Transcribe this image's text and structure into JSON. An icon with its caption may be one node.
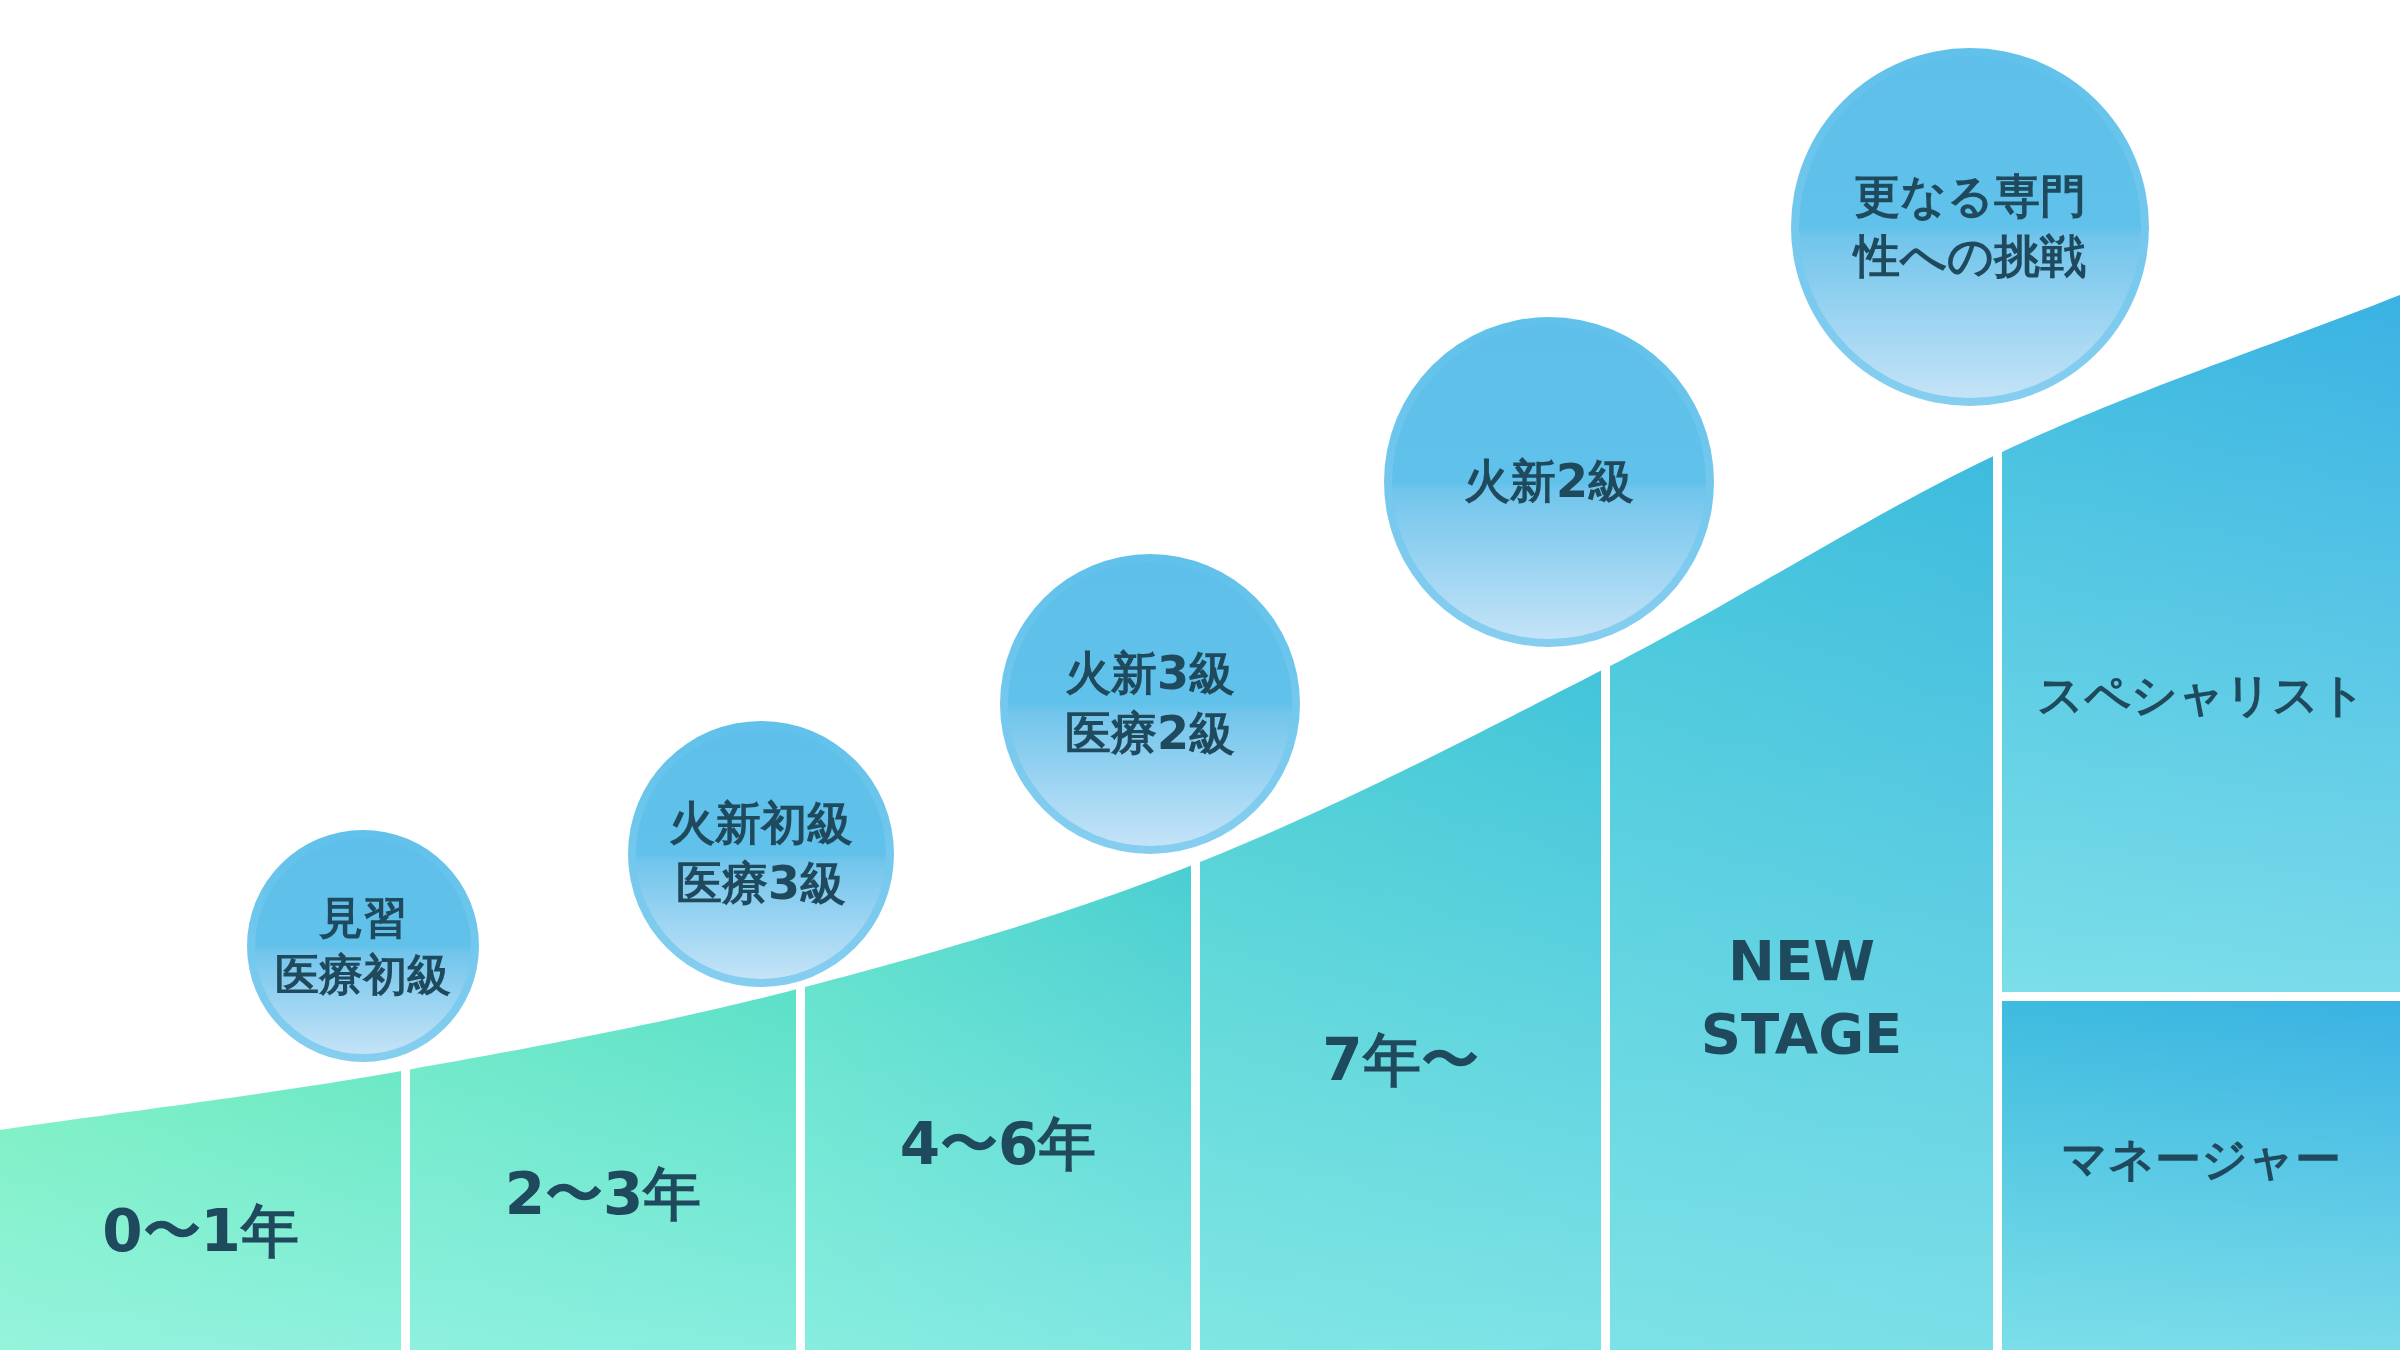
{
  "diagram": {
    "nodes": [
      {
        "text": [
          "見習",
          "医療初級"
        ]
      },
      {
        "text": [
          "0〜1年"
        ]
      },
      {
        "text": [
          "火新初級",
          "医療3級"
        ]
      },
      {
        "text": [
          "2〜3年"
        ]
      },
      {
        "text": [
          "火新3級",
          "医療2級"
        ]
      },
      {
        "text": [
          "4〜6年"
        ]
      },
      {
        "text": [
          "火新2級"
        ]
      },
      {
        "text": [
          "7年〜"
        ]
      },
      {
        "text": [
          "更なる専門性への挑戦"
        ]
      },
      {
        "text": [
          "NEW STAGE"
        ]
      },
      {
        "text": [
          "スペシャリスト"
        ]
      },
      {
        "text": [
          "マネージャー"
        ]
      }
    ]
  }
}
